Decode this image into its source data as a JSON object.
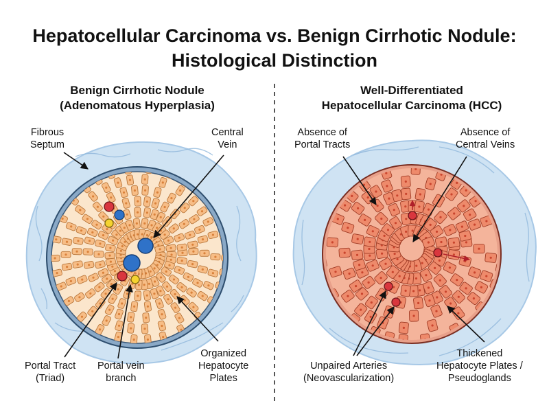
{
  "title": {
    "line1": "Hepatocellular Carcinoma vs. Benign Cirrhotic Nodule:",
    "line2": "Histological Distinction"
  },
  "left_panel": {
    "heading_line1": "Benign Cirrhotic Nodule",
    "heading_line2": "(Adenomatous Hyperplasia)",
    "labels": {
      "fibrous_septum": [
        "Fibrous",
        "Septum"
      ],
      "central_vein": [
        "Central",
        "Vein"
      ],
      "portal_tract": [
        "Portal Tract",
        "(Triad)"
      ],
      "portal_vein_branch": [
        "Portal vein",
        "branch"
      ],
      "organized_plates": [
        "Organized",
        "Hepatocyte",
        "Plates"
      ]
    }
  },
  "right_panel": {
    "heading_line1": "Well-Differentiated",
    "heading_line2": "Hepatocellular Carcinoma (HCC)",
    "labels": {
      "absence_portal": [
        "Absence of",
        "Portal Tracts"
      ],
      "absence_central": [
        "Absence of",
        "Central Veins"
      ],
      "unpaired_arteries": [
        "Unpaired Arteries",
        "(Neovascularization)"
      ],
      "thickened_plates": [
        "Thickened",
        "Hepatocyte Plates /",
        "Pseudoglands"
      ]
    }
  },
  "colors": {
    "septum": "#cfe3f3",
    "benign_cells": "#f7bd86",
    "benign_nuclei": "#d9823c",
    "hcc_cells": "#ee8a6b",
    "hcc_nuclei": "#c9452e",
    "portal_vein": "#2f72c8",
    "artery": "#d9363e",
    "bile_duct": "#f5d330",
    "separator": "#555555"
  }
}
